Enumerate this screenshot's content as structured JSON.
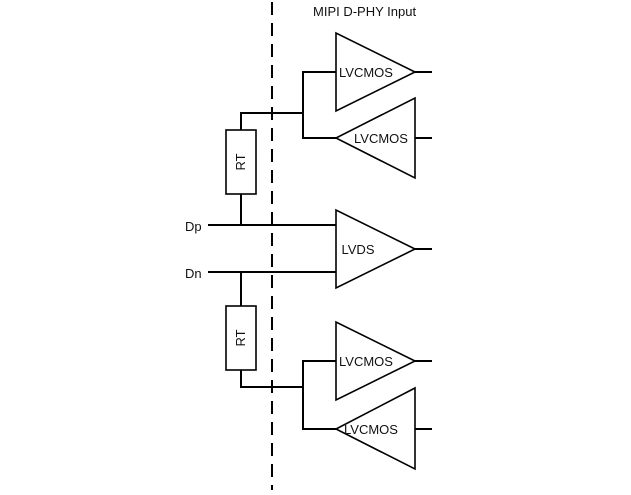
{
  "diagram": {
    "title": "MIPI D-PHY Input",
    "pins": {
      "dp": "Dp",
      "dn": "Dn"
    },
    "resistors": [
      "RT",
      "RT"
    ],
    "buffers": [
      "LVCMOS",
      "LVCMOS",
      "LVDS",
      "LVCMOS",
      "LVCMOS"
    ]
  }
}
